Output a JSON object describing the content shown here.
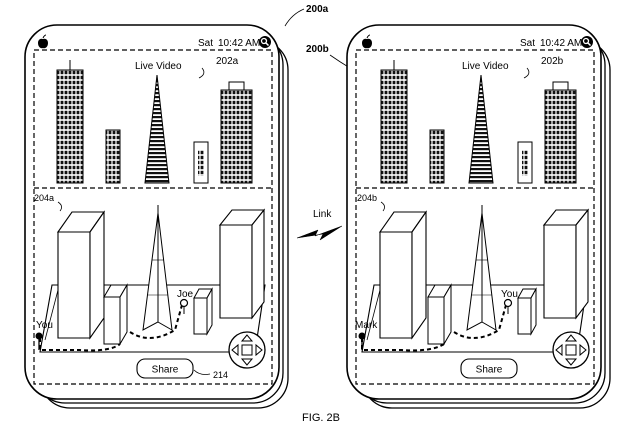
{
  "figure_label": "FIG. 2B",
  "link_label": "Link",
  "devices": [
    {
      "ref": "200a",
      "status": {
        "day": "Sat",
        "time": "10:42 AM"
      },
      "live_video": {
        "label": "Live Video",
        "ref": "202a"
      },
      "map_ref": "204a",
      "markers": [
        {
          "label": "Joe"
        },
        {
          "label": "You"
        }
      ],
      "share": {
        "label": "Share",
        "ref": "214"
      }
    },
    {
      "ref": "200b",
      "status": {
        "day": "Sat",
        "time": "10:42 AM"
      },
      "live_video": {
        "label": "Live Video",
        "ref": "202b"
      },
      "map_ref": "204b",
      "markers": [
        {
          "label": "You"
        },
        {
          "label": "Mark"
        }
      ],
      "share": {
        "label": "Share",
        "ref": ""
      }
    }
  ]
}
